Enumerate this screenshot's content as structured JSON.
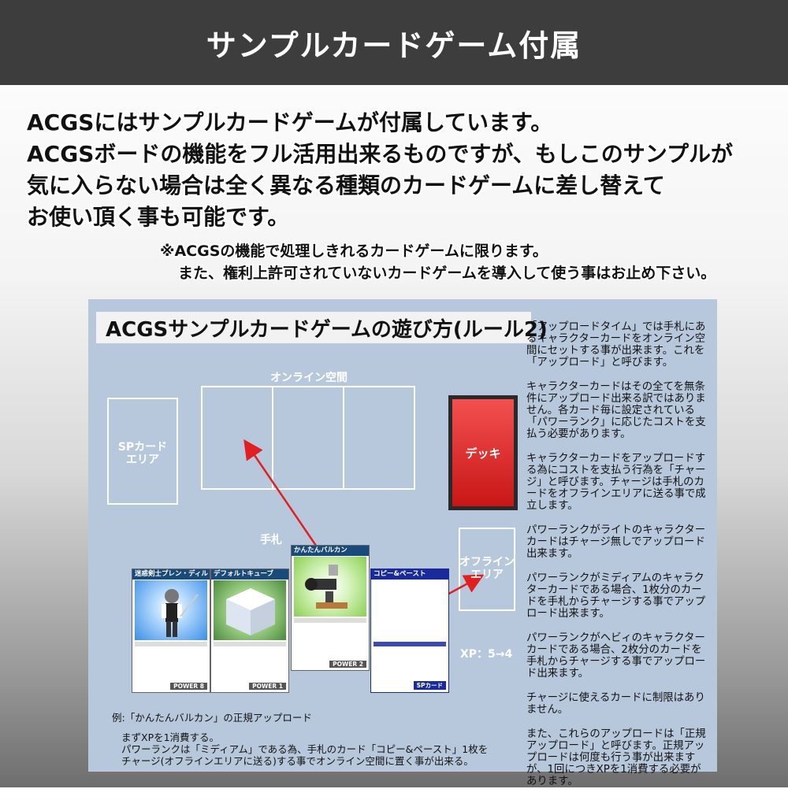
{
  "header": {
    "title": "サンプルカードゲーム付属"
  },
  "intro": {
    "lines": [
      "ACGSにはサンプルカードゲームが付属しています。",
      "ACGSボードの機能をフル活用出来るものですが、もしこのサンプルが",
      "気に入らない場合は全く異なる種類のカードゲームに差し替えて",
      "お使い頂く事も可能です。"
    ],
    "note1": "※ACGSの機能で処理しきれるカードゲームに限ります。",
    "note2": "また、権利上許可されていないカードゲームを導入して使う事はお止め下さい。"
  },
  "panel": {
    "title": "ACGSサンプルカードゲームの遊び方(ルール2)",
    "online_label": "オンライン空間",
    "sp_area_label": "SPカード\nエリア",
    "deck_label": "デッキ",
    "hand_label": "手札",
    "offline_label": "オフライン\nエリア",
    "xp_label": "XP：5→4",
    "cards": [
      {
        "name": "迷惑剣士プレン・ディル",
        "power": "POWER 8",
        "color": "#1a4a7a"
      },
      {
        "name": "デフォルトキューブ",
        "power": "POWER 1",
        "color": "#1a4a7a"
      },
      {
        "name": "かんたんバルカン",
        "power": "POWER 2",
        "color": "#1a4a7a"
      },
      {
        "name": "コピー&ペースト",
        "power": "SPカード",
        "color": "#1a2a9a"
      }
    ],
    "example": {
      "title": "例:「かんたんバルカン」の正規アップロード",
      "line1": "まずXPを1消費する。",
      "line2": "パワーランクは「ミディアム」である為、手札のカード「コピー&ペースト」1枚を",
      "line3": "チャージ(オフラインエリアに送る)する事でオンライン空間に置く事が出来る。"
    },
    "side_paragraphs": [
      "「アップロードタイム」では手札にあるキャラクターカードをオンライン空間にセットする事が出来ます。これを「アップロード」と呼びます。",
      "キャラクターカードはその全てを無条件にアップロード出来る訳ではありません。各カード毎に設定されている「パワーランク」に応じたコストを支払う必要があります。",
      "キャラクターカードをアップロードする為にコストを支払う行為を「チャージ」と呼びます。チャージは手札のカードをオフラインエリアに送る事で成立します。",
      "パワーランクがライトのキャラクターカードはチャージ無しでアップロード出来ます。",
      "パワーランクがミディアムのキャラクターカードである場合、1枚分のカードを手札からチャージする事でアップロード出来ます。",
      "パワーランクがヘビィのキャラクターカードである場合、2枚分のカードを手札からチャージする事でアップロード出来ます。",
      "チャージに使えるカードに制限はありません。",
      "また、これらのアップロードは「正規アップロード」と呼びます。正規アップロードは何度も行う事が出来ますが、1回につきXPを1消費する必要があります。"
    ]
  }
}
